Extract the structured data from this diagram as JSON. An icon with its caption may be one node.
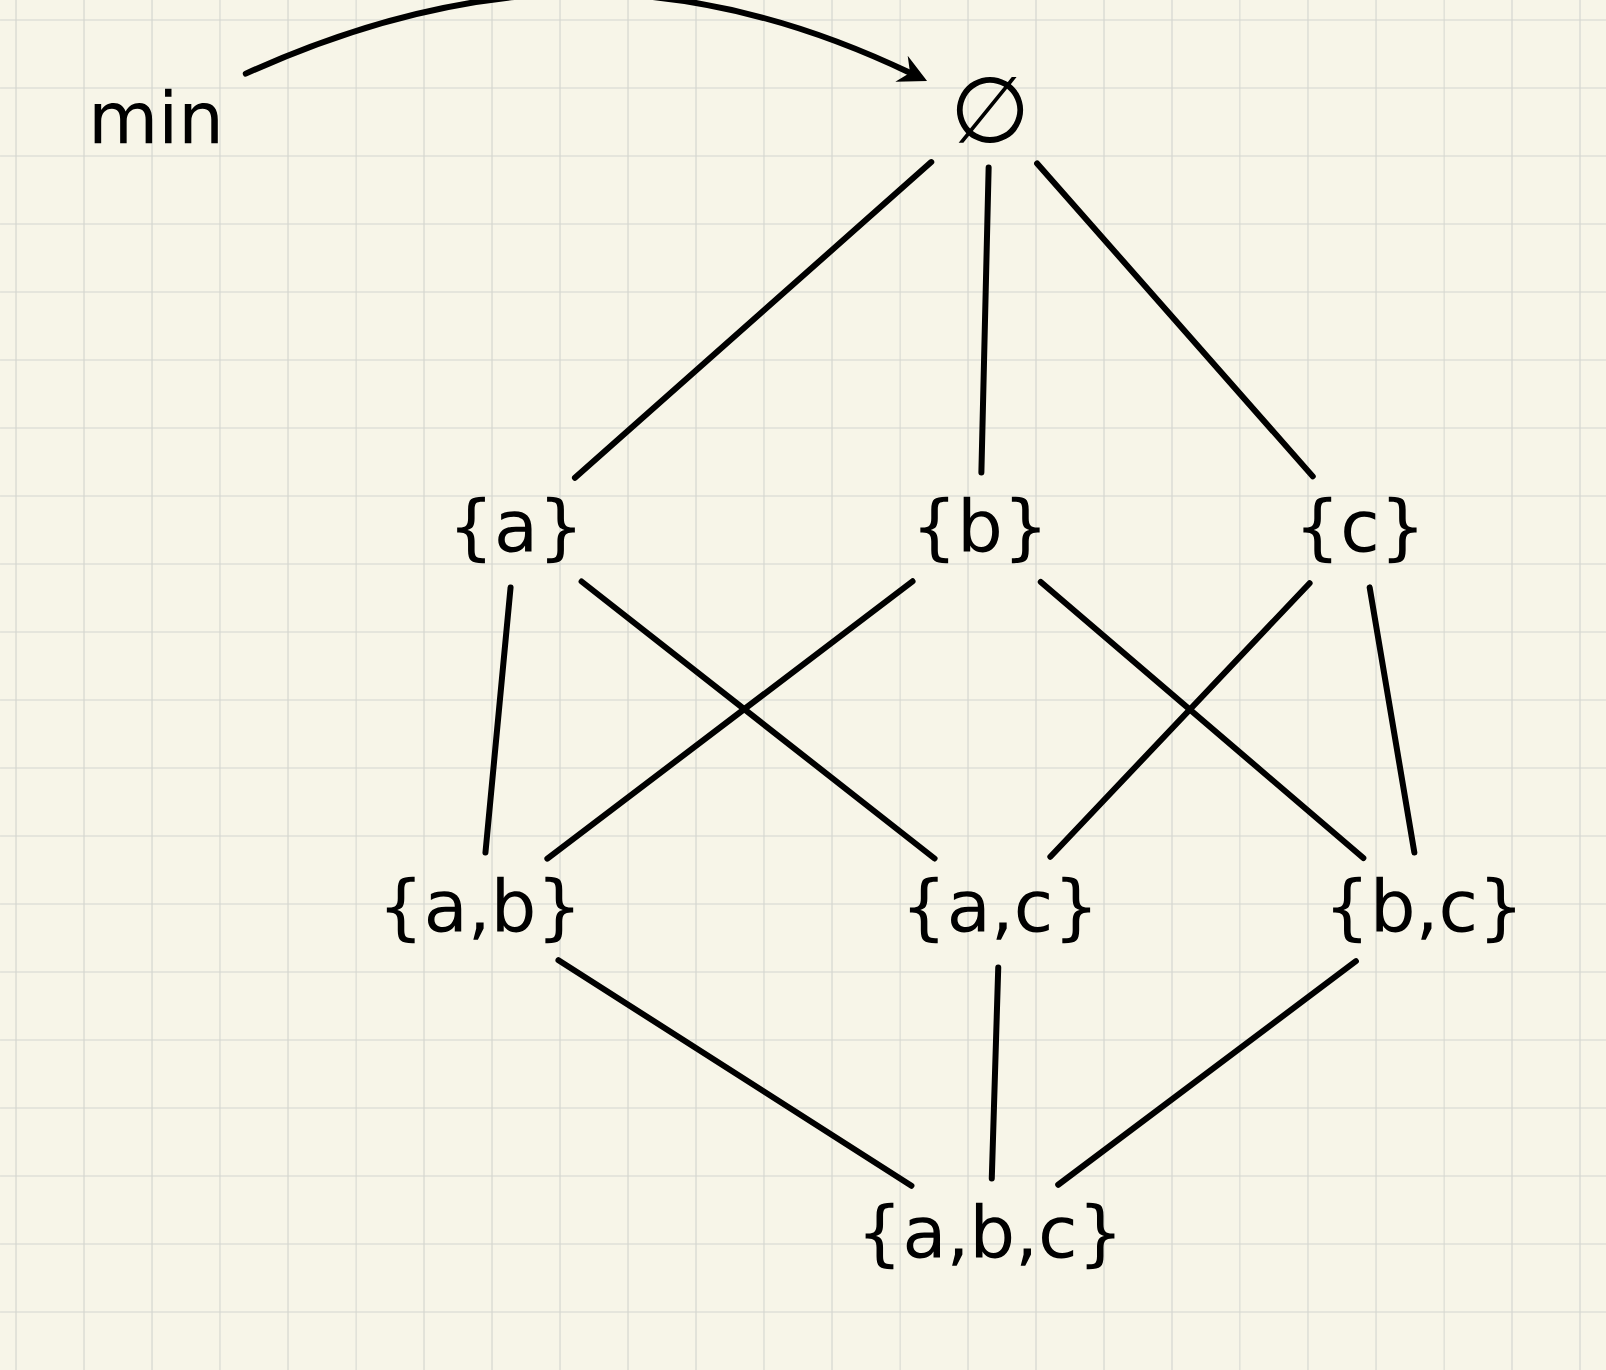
{
  "diagram": {
    "nodes": [
      {
        "text": [
          "min"
        ]
      },
      {
        "text": [
          "∅"
        ]
      },
      {
        "text": [
          "{a}"
        ]
      },
      {
        "text": [
          "{b}"
        ]
      },
      {
        "text": [
          "{c}"
        ]
      },
      {
        "text": [
          "{a,b}"
        ]
      },
      {
        "text": [
          "{a,c}"
        ]
      },
      {
        "text": [
          "{b,c}"
        ]
      },
      {
        "text": [
          "{a,b,c}"
        ]
      }
    ],
    "edges": [
      {
        "from": 0,
        "to": 1,
        "arrow": "to"
      },
      {
        "from": 1,
        "to": 2,
        "arrow": "none"
      },
      {
        "from": 1,
        "to": 3,
        "arrow": "none"
      },
      {
        "from": 1,
        "to": 4,
        "arrow": "none"
      },
      {
        "from": 2,
        "to": 5,
        "arrow": "none"
      },
      {
        "from": 2,
        "to": 6,
        "arrow": "none"
      },
      {
        "from": 3,
        "to": 5,
        "arrow": "none"
      },
      {
        "from": 3,
        "to": 7,
        "arrow": "none"
      },
      {
        "from": 4,
        "to": 6,
        "arrow": "none"
      },
      {
        "from": 4,
        "to": 7,
        "arrow": "none"
      },
      {
        "from": 5,
        "to": 8,
        "arrow": "none"
      },
      {
        "from": 6,
        "to": 8,
        "arrow": "none"
      },
      {
        "from": 7,
        "to": 8,
        "arrow": "none"
      }
    ]
  }
}
